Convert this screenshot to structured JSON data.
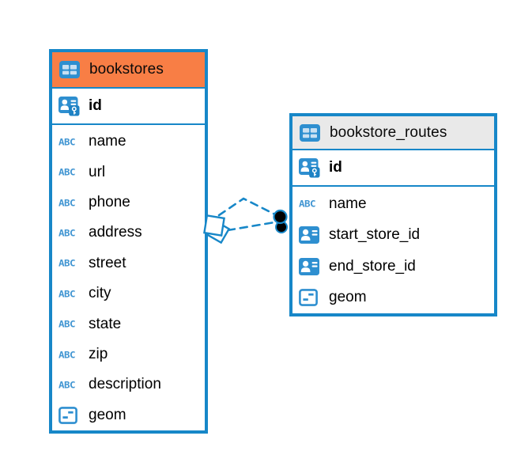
{
  "colors": {
    "table_border": "#1787c8",
    "bookstores_header_bg": "#f87e45",
    "routes_header_bg": "#e9e9e9",
    "icon_blue": "#2e8fd0",
    "relation_line": "#1787c8",
    "marker_fill": "#000000"
  },
  "type_icon_label": "ABC",
  "tables": [
    {
      "title": "bookstores",
      "title_icon": "table-icon",
      "primary_key": {
        "name": "id",
        "icon": "primary-key-icon"
      },
      "columns": [
        {
          "name": "name",
          "icon": "text-type-icon"
        },
        {
          "name": "url",
          "icon": "text-type-icon"
        },
        {
          "name": "phone",
          "icon": "text-type-icon"
        },
        {
          "name": "address",
          "icon": "text-type-icon"
        },
        {
          "name": "street",
          "icon": "text-type-icon"
        },
        {
          "name": "city",
          "icon": "text-type-icon"
        },
        {
          "name": "state",
          "icon": "text-type-icon"
        },
        {
          "name": "zip",
          "icon": "text-type-icon"
        },
        {
          "name": "description",
          "icon": "text-type-icon"
        },
        {
          "name": "geom",
          "icon": "geometry-type-icon"
        }
      ]
    },
    {
      "title": "bookstore_routes",
      "title_icon": "table-icon",
      "primary_key": {
        "name": "id",
        "icon": "primary-key-icon"
      },
      "columns": [
        {
          "name": "name",
          "icon": "text-type-icon"
        },
        {
          "name": "start_store_id",
          "icon": "reference-type-icon"
        },
        {
          "name": "end_store_id",
          "icon": "reference-type-icon"
        },
        {
          "name": "geom",
          "icon": "geometry-type-icon"
        }
      ]
    }
  ],
  "relation": {
    "from_table": "bookstores",
    "to_table": "bookstore_routes",
    "line_style": "dashed",
    "line_count": 2,
    "source_marker": "diamond",
    "target_marker": "filled-circle"
  }
}
